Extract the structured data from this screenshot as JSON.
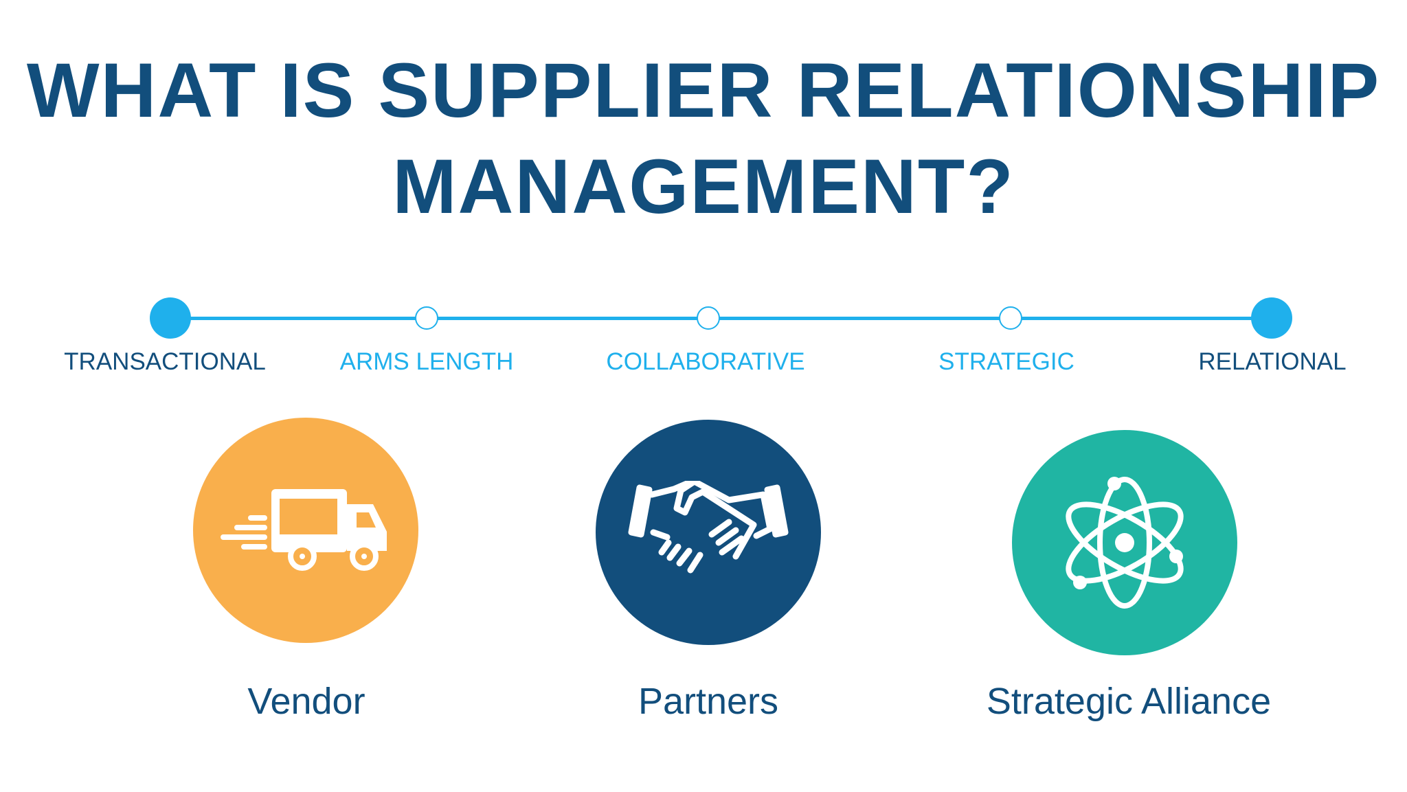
{
  "title": {
    "line1": "WHAT IS SUPPLIER RELATIONSHIP",
    "line2": "MANAGEMENT?"
  },
  "colors": {
    "navy": "#124e7c",
    "blue": "#1fb0ec",
    "orange": "#f9af4c",
    "teal": "#20b5a3"
  },
  "timeline": [
    {
      "label": "TRANSACTIONAL",
      "type": "major"
    },
    {
      "label": "ARMS LENGTH",
      "type": "minor"
    },
    {
      "label": "COLLABORATIVE",
      "type": "minor"
    },
    {
      "label": "STRATEGIC",
      "type": "minor"
    },
    {
      "label": "RELATIONAL",
      "type": "major"
    }
  ],
  "categories": [
    {
      "label": "Vendor",
      "icon": "delivery-truck-icon"
    },
    {
      "label": "Partners",
      "icon": "handshake-icon"
    },
    {
      "label": "Strategic Alliance",
      "icon": "atom-icon"
    }
  ]
}
